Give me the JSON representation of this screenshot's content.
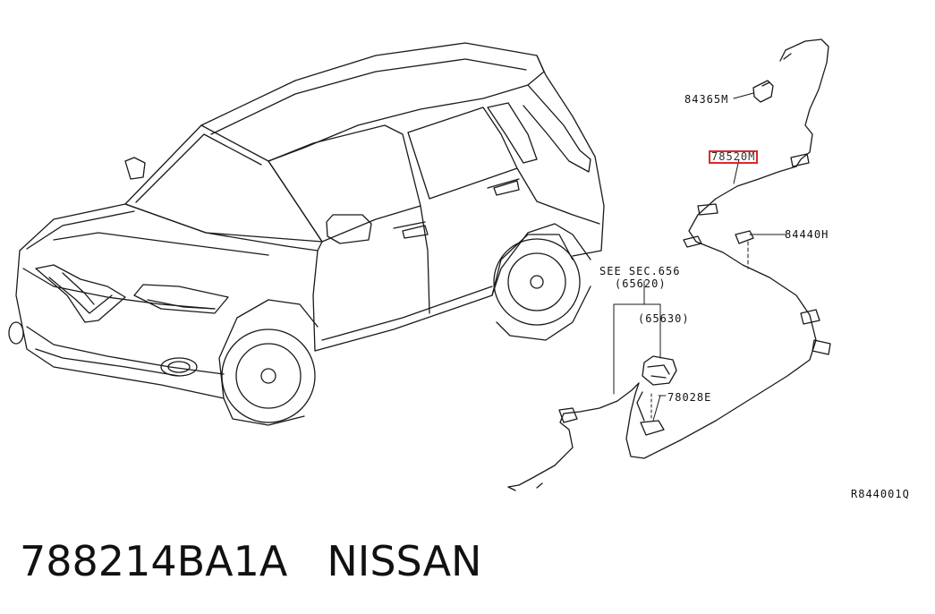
{
  "labels": {
    "part_84365m": "84365M",
    "part_78520m": "78520M",
    "part_84440h": "84440H",
    "see_sec": "SEE SEC.656",
    "part_65620": "(65620)",
    "part_65630": "(65630)",
    "part_78028e": "78028E",
    "ref_code": "R844001Q"
  },
  "highlight_color": "#e0262b",
  "caption": {
    "part_number": "788214BA1A",
    "brand": "NISSAN"
  }
}
